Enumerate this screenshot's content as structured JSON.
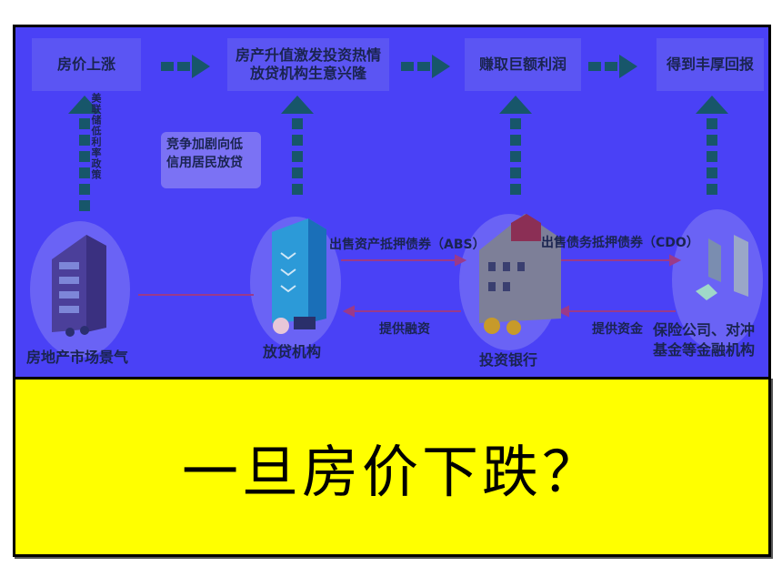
{
  "top_row": {
    "box1": "房价上涨",
    "box2_line1": "房产升值激发投资热情",
    "box2_line2": "放贷机构生意兴隆",
    "box3": "赚取巨额利润",
    "box4": "得到丰厚回报"
  },
  "policy_note": "美联储低利率政策",
  "bubble_note_line1": "竞争加剧向低",
  "bubble_note_line2": "信用居民放贷",
  "flows": {
    "abs": "出售资产抵押债券（ABS）",
    "cdo": "出售债务抵押债券（CDO）",
    "financing1": "提供融资",
    "financing2": "提供资金"
  },
  "nodes": {
    "real_estate": "房地产市场景气",
    "lender": "放贷机构",
    "bank": "投资银行",
    "funds_line1": "保险公司、对冲",
    "funds_line2": "基金等金融机构"
  },
  "question": "一旦房价下跌？",
  "colors": {
    "diagram_bg": "#4a41f6",
    "box_bg": "#5b55f3",
    "arrow_dark": "#17566a",
    "flow_arrow": "#9b3a8a",
    "question_bg": "#ffff00"
  }
}
